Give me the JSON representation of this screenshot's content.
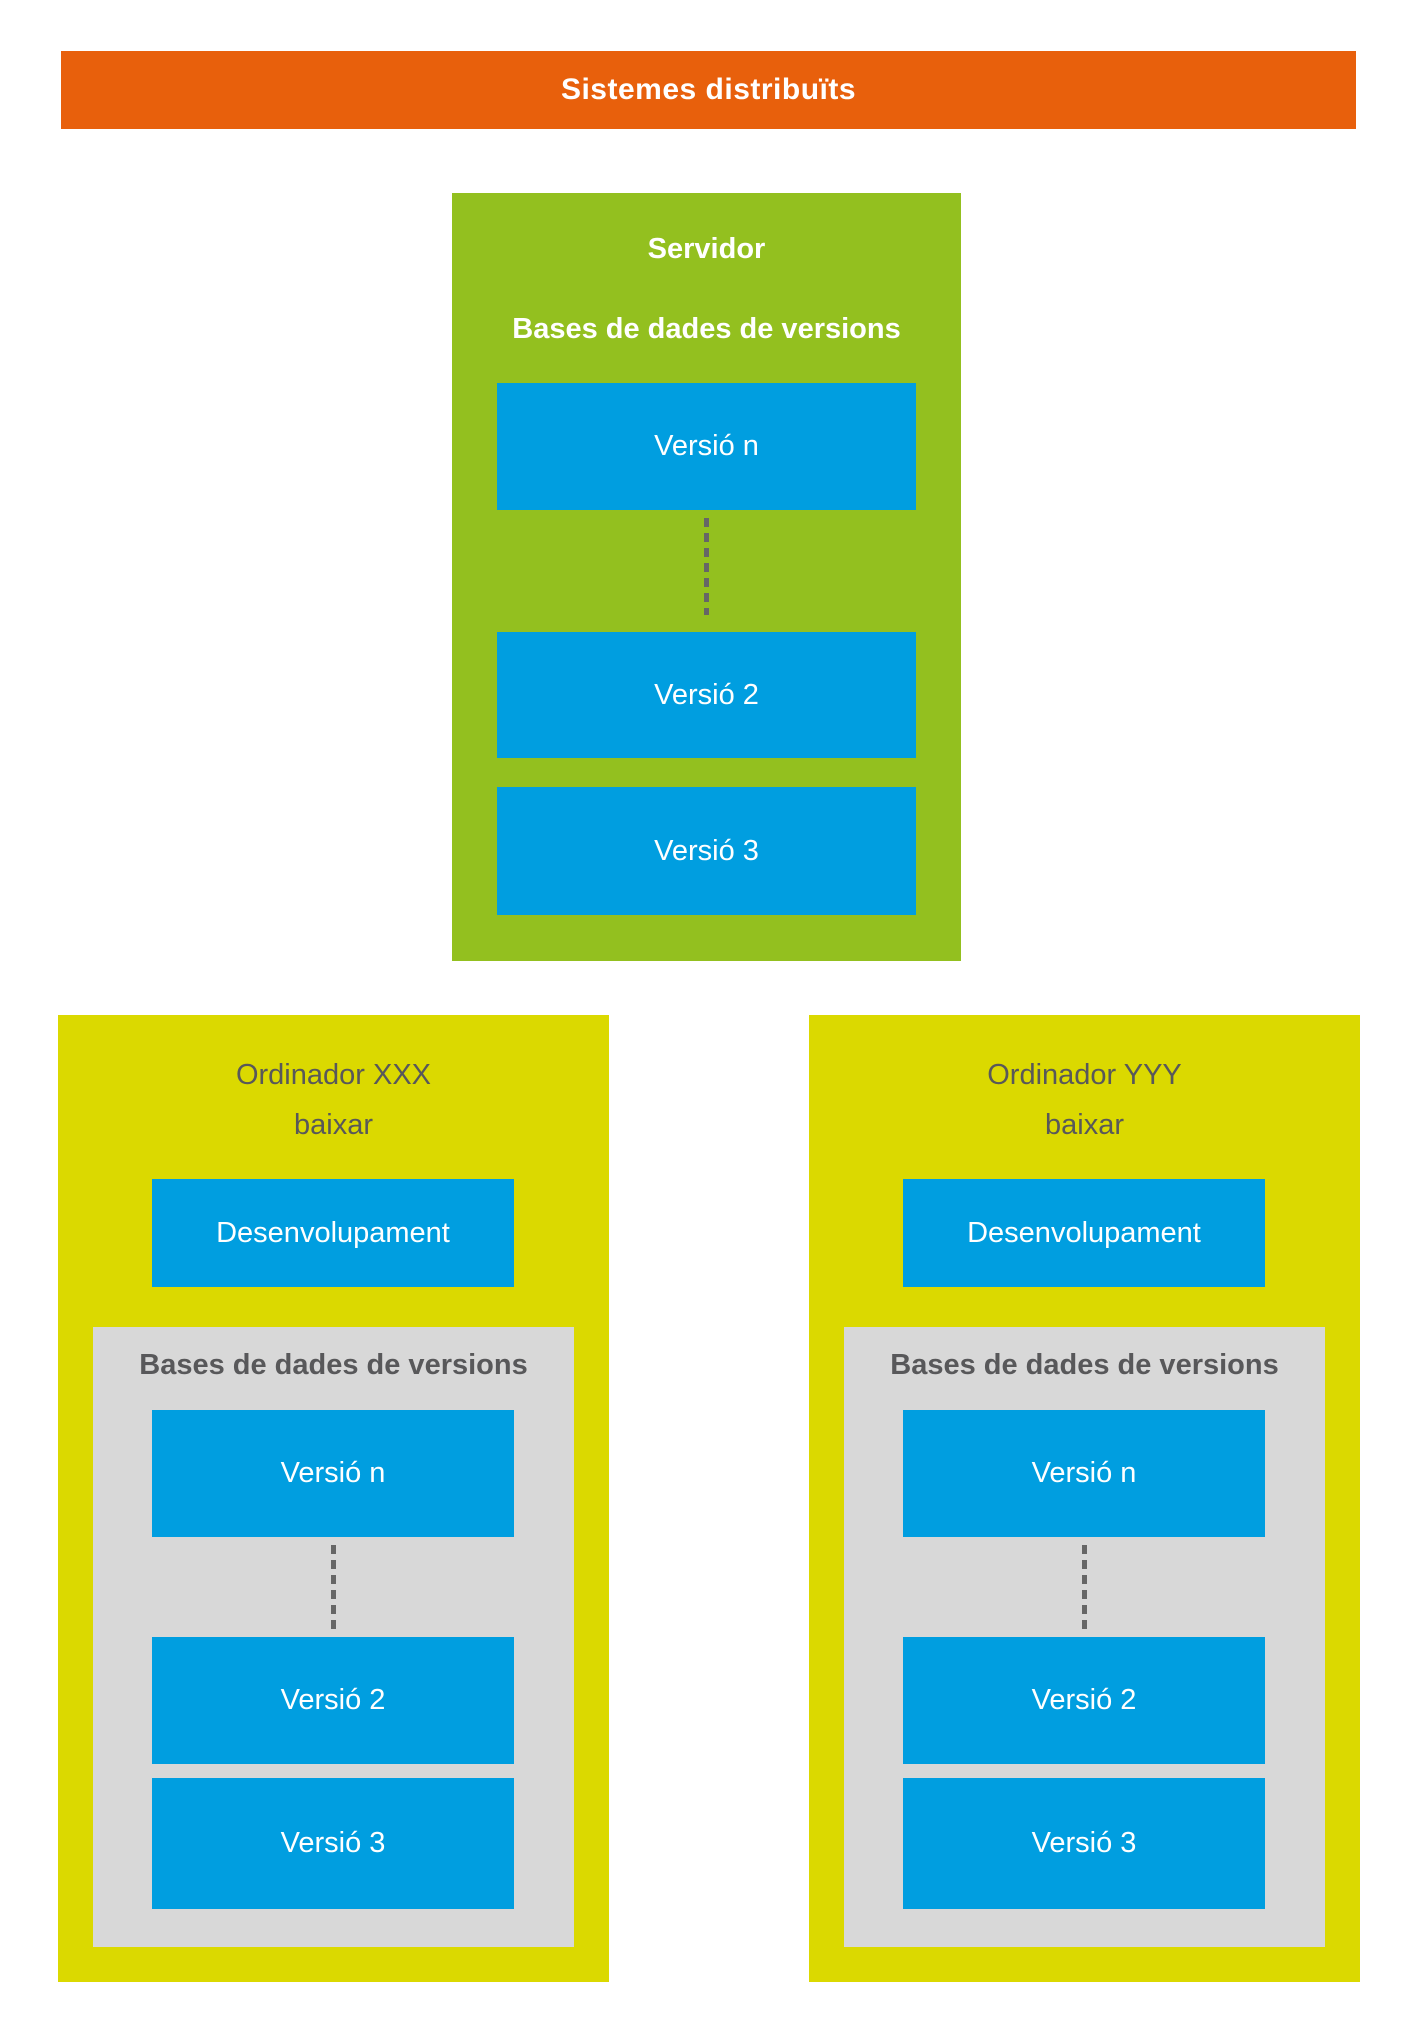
{
  "header": {
    "title": "Sistemes distribuïts"
  },
  "colors": {
    "orange": "#E8600C",
    "green": "#93C01F",
    "yellow": "#DBD900",
    "blue": "#009EE0",
    "gray": "#D8D8D8",
    "dark_text": "#58585A",
    "dash": "#666666"
  },
  "server": {
    "title": "Servidor",
    "db_title": "Bases de dades de versions",
    "versions": [
      "Versió n",
      "Versió 2",
      "Versió 3"
    ]
  },
  "clients": [
    {
      "title": "Ordinador XXX",
      "action": "baixar",
      "dev_label": "Desenvolupament",
      "db": {
        "title": "Bases de dades de versions",
        "versions": [
          "Versió n",
          "Versió 2",
          "Versió 3"
        ]
      }
    },
    {
      "title": "Ordinador YYY",
      "action": "baixar",
      "dev_label": "Desenvolupament",
      "db": {
        "title": "Bases de dades de versions",
        "versions": [
          "Versió n",
          "Versió 2",
          "Versió 3"
        ]
      }
    }
  ]
}
